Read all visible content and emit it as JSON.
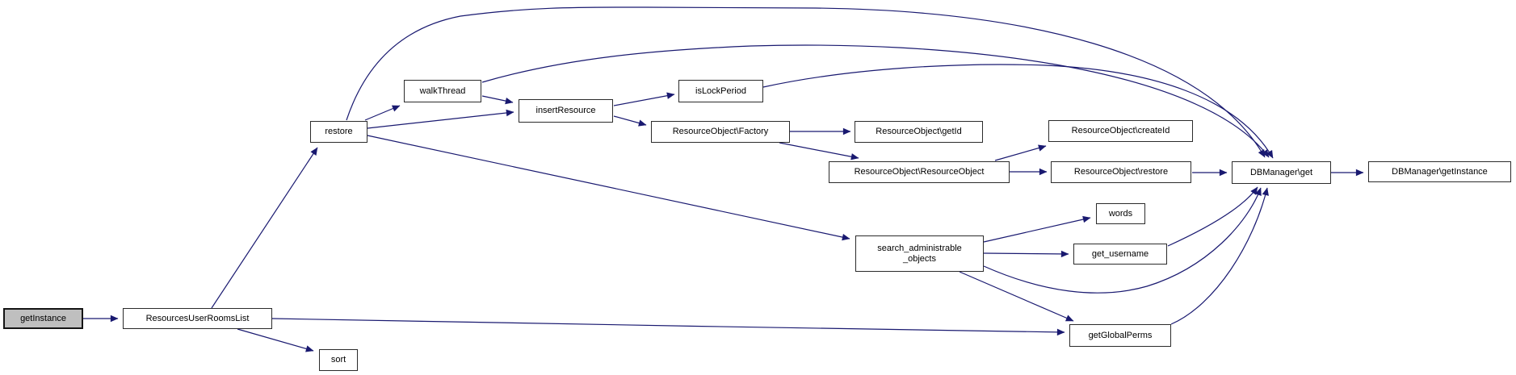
{
  "diagram": {
    "type": "call-graph",
    "background_color": "#ffffff",
    "edge_color": "#191970",
    "node_fill_color": "#ffffff",
    "node_border_color": "#2b2b2b",
    "root_node_fill_color": "#bfbfbf",
    "text_color": "#000000"
  },
  "nodes": [
    {
      "id": "getInstance",
      "label": "getInstance",
      "role": "root"
    },
    {
      "id": "resourcesUserRoomsList",
      "label": "ResourcesUserRoomsList"
    },
    {
      "id": "sort",
      "label": "sort"
    },
    {
      "id": "restore",
      "label": "restore"
    },
    {
      "id": "walkThread",
      "label": "walkThread"
    },
    {
      "id": "insertResource",
      "label": "insertResource"
    },
    {
      "id": "isLockPeriod",
      "label": "isLockPeriod"
    },
    {
      "id": "resourceObjectFactory",
      "label": "ResourceObject\\Factory"
    },
    {
      "id": "resourceObjectGetId",
      "label": "ResourceObject\\getId"
    },
    {
      "id": "resourceObjectCreateId",
      "label": "ResourceObject\\createId"
    },
    {
      "id": "resourceObjectResourceObject",
      "label": "ResourceObject\\ResourceObject"
    },
    {
      "id": "resourceObjectRestore",
      "label": "ResourceObject\\restore"
    },
    {
      "id": "dbManagerGet",
      "label": "DBManager\\get"
    },
    {
      "id": "dbManagerGetInstance",
      "label": "DBManager\\getInstance"
    },
    {
      "id": "words",
      "label": "words"
    },
    {
      "id": "searchAdministrableObjects",
      "label": "search_administrable\n_objects"
    },
    {
      "id": "getUsername",
      "label": "get_username"
    },
    {
      "id": "getGlobalPerms",
      "label": "getGlobalPerms"
    }
  ],
  "edges": [
    {
      "from": "getInstance",
      "to": "resourcesUserRoomsList"
    },
    {
      "from": "resourcesUserRoomsList",
      "to": "restore"
    },
    {
      "from": "resourcesUserRoomsList",
      "to": "sort"
    },
    {
      "from": "resourcesUserRoomsList",
      "to": "getGlobalPerms"
    },
    {
      "from": "restore",
      "to": "walkThread"
    },
    {
      "from": "restore",
      "to": "insertResource"
    },
    {
      "from": "restore",
      "to": "searchAdministrableObjects"
    },
    {
      "from": "restore",
      "to": "dbManagerGet"
    },
    {
      "from": "walkThread",
      "to": "insertResource"
    },
    {
      "from": "walkThread",
      "to": "dbManagerGet"
    },
    {
      "from": "insertResource",
      "to": "isLockPeriod"
    },
    {
      "from": "insertResource",
      "to": "resourceObjectFactory"
    },
    {
      "from": "isLockPeriod",
      "to": "dbManagerGet"
    },
    {
      "from": "resourceObjectFactory",
      "to": "resourceObjectGetId"
    },
    {
      "from": "resourceObjectFactory",
      "to": "resourceObjectResourceObject"
    },
    {
      "from": "resourceObjectResourceObject",
      "to": "resourceObjectCreateId"
    },
    {
      "from": "resourceObjectResourceObject",
      "to": "resourceObjectRestore"
    },
    {
      "from": "resourceObjectRestore",
      "to": "dbManagerGet"
    },
    {
      "from": "dbManagerGet",
      "to": "dbManagerGetInstance"
    },
    {
      "from": "searchAdministrableObjects",
      "to": "words"
    },
    {
      "from": "searchAdministrableObjects",
      "to": "getUsername"
    },
    {
      "from": "searchAdministrableObjects",
      "to": "getGlobalPerms"
    },
    {
      "from": "searchAdministrableObjects",
      "to": "dbManagerGet"
    },
    {
      "from": "getUsername",
      "to": "dbManagerGet"
    },
    {
      "from": "getGlobalPerms",
      "to": "dbManagerGet"
    }
  ]
}
